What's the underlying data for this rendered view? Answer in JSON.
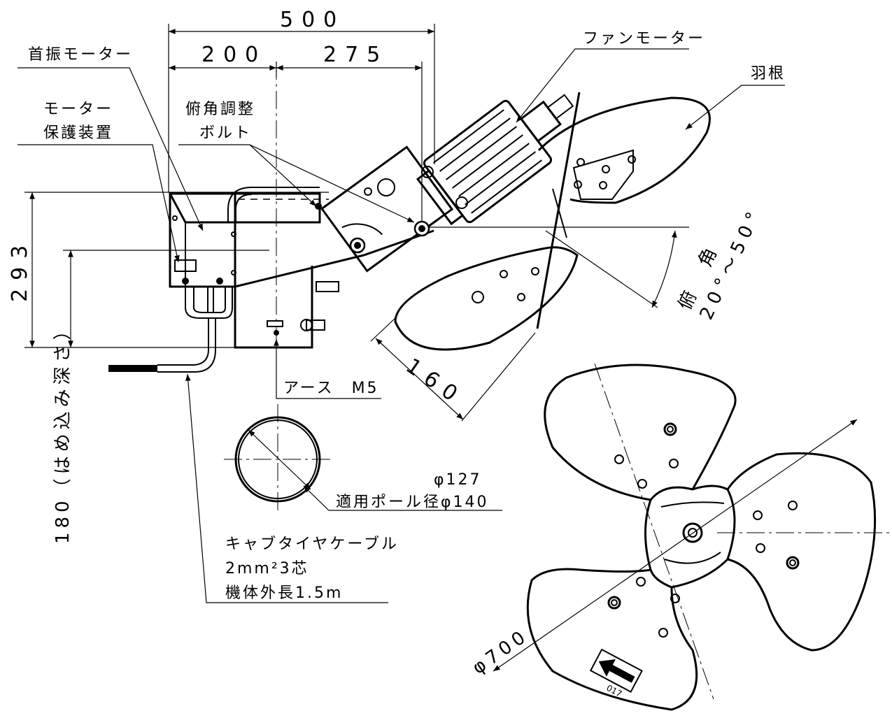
{
  "dimensions": {
    "overall_width": "500",
    "swing_motor_width": "200",
    "fan_offset": "275",
    "height": "293",
    "insert_depth": "180（はめ込み深さ）",
    "blade_width": "160",
    "fan_diameter": "φ700",
    "tilt_angle": "俯　角\n20°～50°"
  },
  "labels": {
    "swing_motor": "首振モーター",
    "motor_protection_line1": "モーター",
    "motor_protection_line2": "保護装置",
    "tilt_bolt_line1": "俯角調整",
    "tilt_bolt_line2": "ボルト",
    "fan_motor": "ファンモーター",
    "blade": "羽根",
    "earth": "アース　M5",
    "pole_inner": "φ127",
    "pole_applicable": "適用ポール径φ140",
    "cable_line1": "キャブタイヤケーブル",
    "cable_line2": "2mm²3芯",
    "cable_line3": "機体外長1.5m"
  },
  "arrow_label": "017"
}
